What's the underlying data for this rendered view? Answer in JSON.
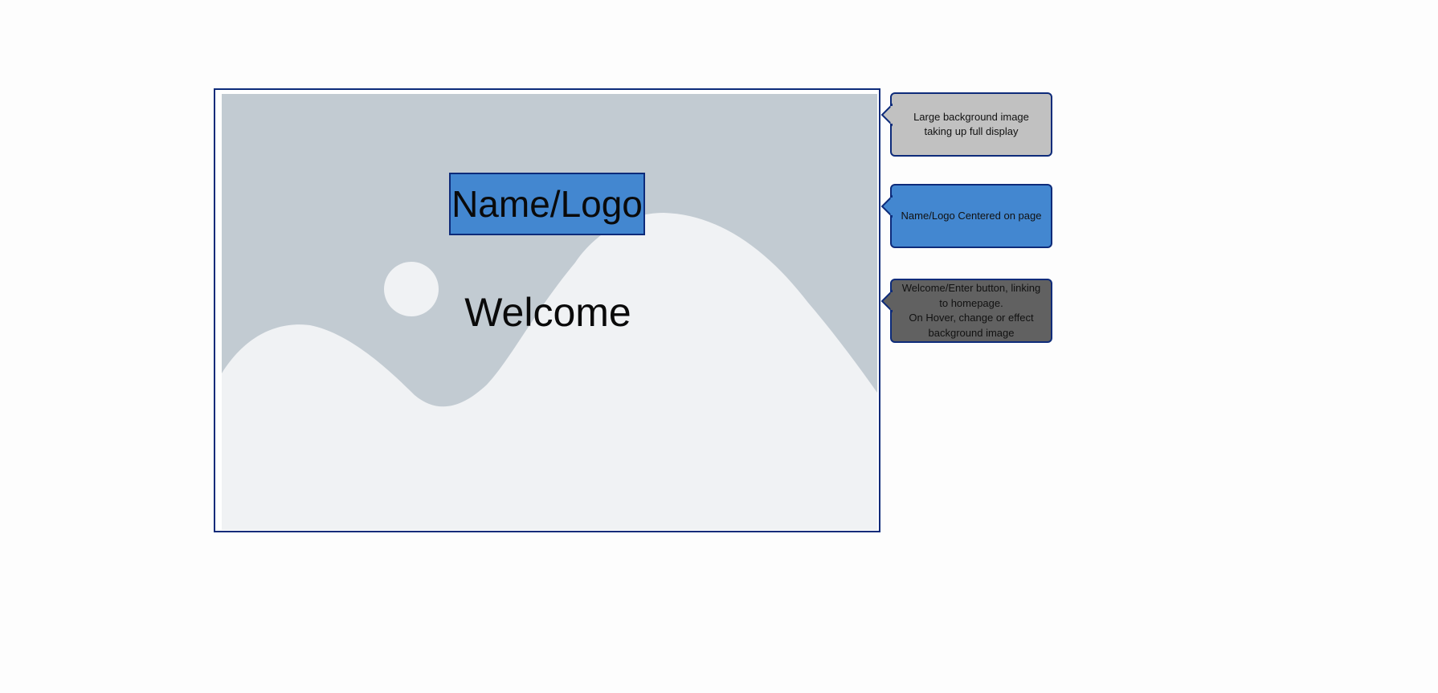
{
  "wireframe": {
    "logo_text": "Name/Logo",
    "welcome_button_label": "Welcome",
    "background_image_icon": "image-placeholder-icon"
  },
  "callouts": [
    {
      "text": "Large background image taking up full display",
      "color": "#c1c1c1"
    },
    {
      "text": "Name/Logo Centered on page",
      "color": "#4387d0"
    },
    {
      "text": "Welcome/Enter button, linking to homepage.\nOn Hover, change or effect background image",
      "color": "#616161"
    }
  ],
  "colors": {
    "frame_border": "#0d2b7a",
    "image_sky": "#c2cbd2",
    "image_hills": "#f0f2f4",
    "logo_fill": "#4387d0"
  }
}
